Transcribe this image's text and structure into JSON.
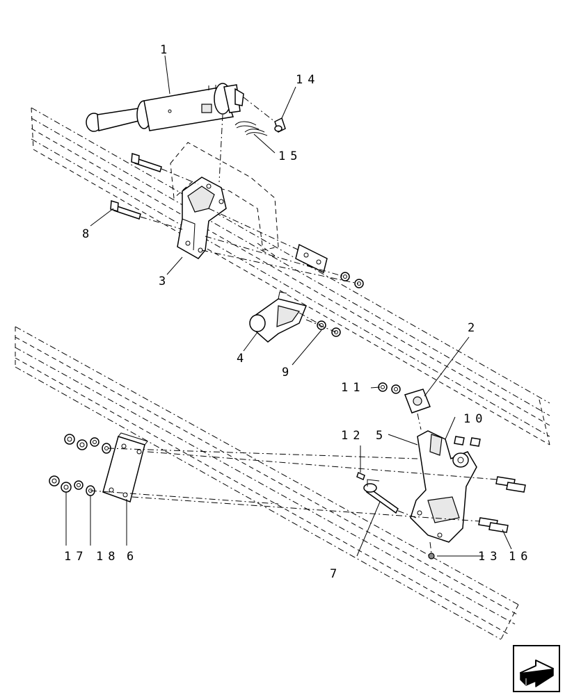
{
  "callouts": {
    "c1": "1",
    "c2": "2",
    "c3": "3",
    "c4": "4",
    "c5": "5",
    "c6": "6",
    "c7": "7",
    "c8": "8",
    "c9": "9",
    "c10": "10",
    "c11": "11",
    "c12": "12",
    "c13": "13",
    "c14": "14",
    "c15": "15",
    "c16": "16",
    "c17": "17",
    "c18": "18"
  },
  "nav_icon": "next-page-arrow-icon"
}
